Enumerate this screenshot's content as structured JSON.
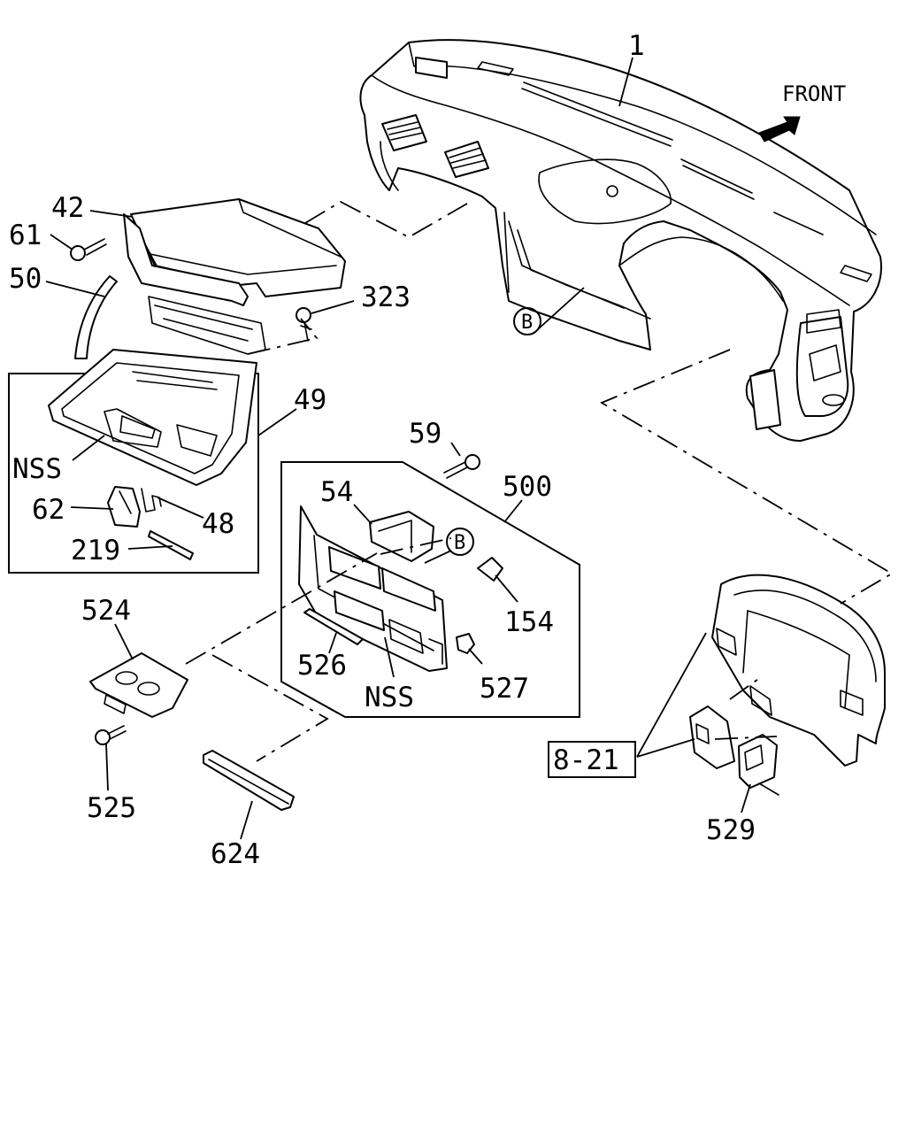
{
  "front_indicator": {
    "text": "FRONT",
    "icon": "front-arrow-icon"
  },
  "callouts": {
    "p1": "1",
    "p42": "42",
    "p61": "61",
    "p50": "50",
    "p323": "323",
    "p49": "49",
    "nss_glovebox": "NSS",
    "p62": "62",
    "p48": "48",
    "p219": "219",
    "p59": "59",
    "p54": "54",
    "p500": "500",
    "ref_b_panel": "B",
    "ref_b_dash": "B",
    "p154": "154",
    "p526": "526",
    "nss_center": "NSS",
    "p527": "527",
    "p524": "524",
    "p525": "525",
    "p624": "624",
    "ref_8_21": "8-21",
    "p529": "529"
  }
}
